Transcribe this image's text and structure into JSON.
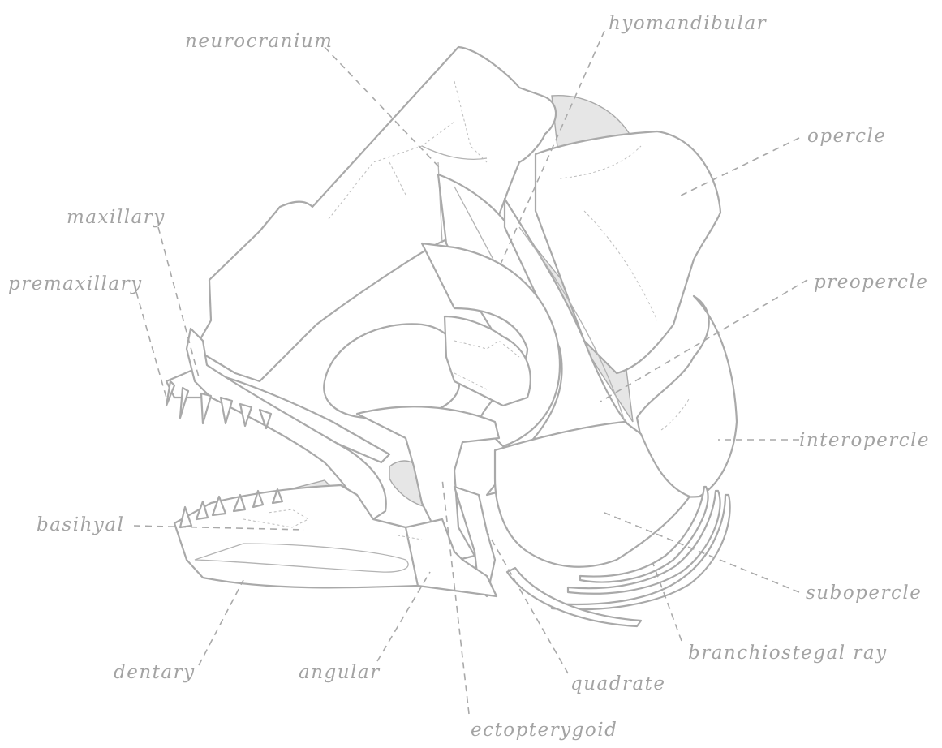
{
  "labels": {
    "neurocranium": "neurocranium",
    "hyomandibular": "hyomandibular",
    "opercle": "opercle",
    "maxillary": "maxillary",
    "premaxillary": "premaxillary",
    "preopercle": "preopercle",
    "interopercle": "interopercle",
    "basihyal": "basihyal",
    "subopercle": "subopercle",
    "branchiostegal_ray": "branchiostegal ray",
    "dentary": "dentary",
    "angular": "angular",
    "quadrate": "quadrate",
    "ectopterygoid": "ectopterygoid"
  },
  "colors": {
    "line": "#a9a9a9",
    "text": "#a3a3a3",
    "cartilage_fill": "#e6e6e6",
    "background": "#ffffff"
  }
}
